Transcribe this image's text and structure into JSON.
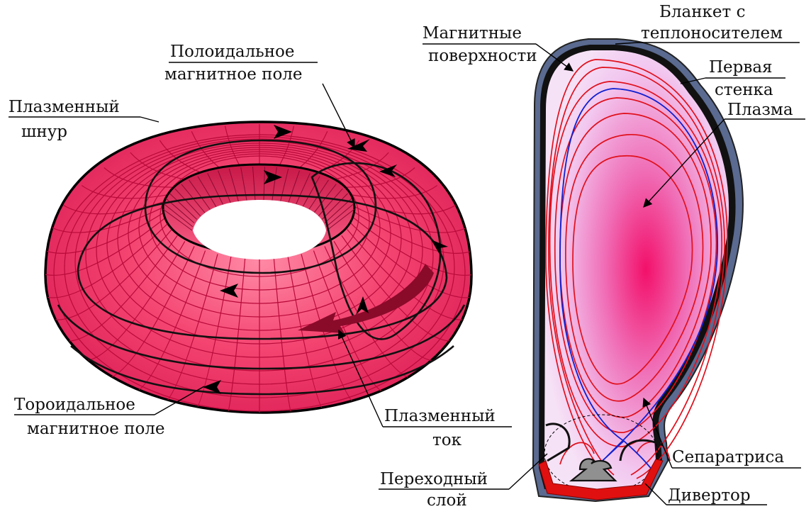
{
  "labels": {
    "plasma_cord": [
      "Плазменный",
      "шнур"
    ],
    "poloidal_field": [
      "Полоидальное",
      "магнитное поле"
    ],
    "toroidal_field": [
      "Тороидальное",
      "магнитное поле"
    ],
    "plasma_current": [
      "Плазменный",
      "ток"
    ],
    "magnetic_surfaces": [
      "Магнитные",
      "поверхности"
    ],
    "blanket": [
      "Бланкет с",
      "теплоносителем"
    ],
    "first_wall": [
      "Первая",
      "стенка"
    ],
    "plasma": [
      "Плазма"
    ],
    "separatrix": [
      "Сепаратриса"
    ],
    "transition_layer": [
      "Переходный",
      "слой"
    ],
    "divertor": [
      "Дивертор"
    ]
  },
  "colors": {
    "torus_fill": "#f0406a",
    "torus_grid": "#b80a3a",
    "field_lines": "#111111",
    "current_arrow": "#8a0a2a",
    "plasma_core": "#f0206a",
    "plasma_edge": "#f3d3f3",
    "flux_surfaces": "#e0101c",
    "separatrix": "#1020d0",
    "blanket": "#5a6a90",
    "first_wall": "#111111",
    "divertor": "#e01010",
    "dome": "#909090"
  }
}
